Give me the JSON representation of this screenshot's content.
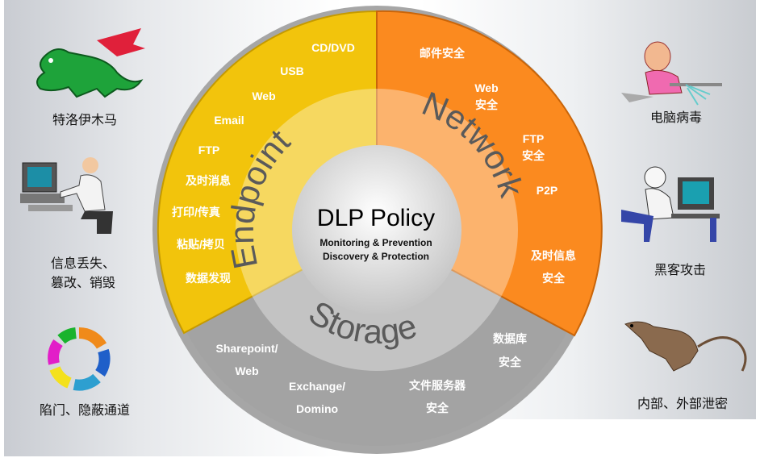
{
  "center": {
    "title": "DLP Policy",
    "line1": "Monitoring & Prevention",
    "line2": "Discovery & Protection"
  },
  "segments": {
    "endpoint": {
      "label": "Endpoint",
      "color": "#f2c40c",
      "items": [
        "CD/DVD",
        "USB",
        "Web",
        "Email",
        "FTP",
        "及时消息",
        "打印/传真",
        "粘贴/拷贝",
        "数据发现"
      ]
    },
    "network": {
      "label": "Network",
      "color": "#fb8a1f",
      "items": [
        "邮件安全",
        "Web",
        "安全",
        "FTP",
        "安全",
        "P2P",
        "及时信息",
        "安全"
      ]
    },
    "storage": {
      "label": "Storage",
      "color": "#a9a9a9",
      "items": [
        "Sharepoint/",
        "Web",
        "Exchange/",
        "Domino",
        "文件服务器",
        "安全",
        "数据库",
        "安全"
      ]
    }
  },
  "threats_left": [
    {
      "icon": "dragon-icon",
      "label": "特洛伊木马"
    },
    {
      "icon": "computer-user-icon",
      "label": "信息丢失、",
      "label2": "篡改、销毁"
    },
    {
      "icon": "cycle-arrows-icon",
      "label": "陷门、隐蔽通道"
    }
  ],
  "threats_right": [
    {
      "icon": "angry-man-icon",
      "label": "电脑病毒"
    },
    {
      "icon": "hacker-icon",
      "label": "黑客攻击"
    },
    {
      "icon": "rat-icon",
      "label": "内部、外部泄密"
    }
  ]
}
